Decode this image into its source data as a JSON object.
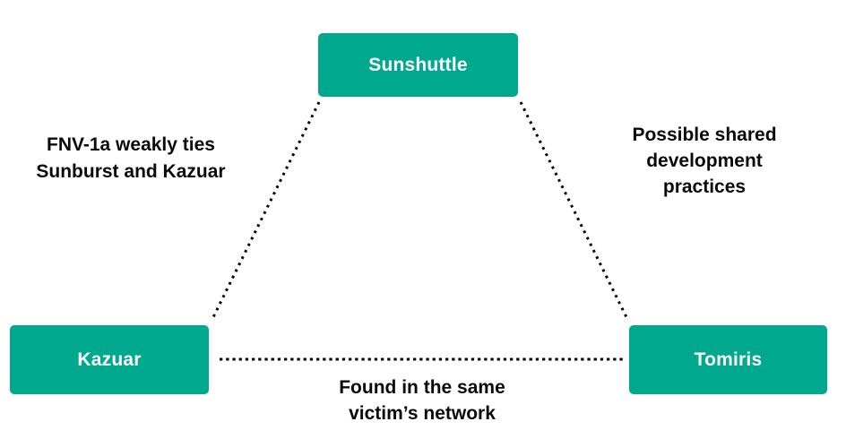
{
  "palette": {
    "background": "#ffffff",
    "node_fill": "#00a88e",
    "node_text": "#ffffff",
    "edge_color": "#000000",
    "label_color": "#0a0a0a"
  },
  "nodes": {
    "sunshuttle": {
      "label": "Sunshuttle"
    },
    "kazuar": {
      "label": "Kazuar"
    },
    "tomiris": {
      "label": "Tomiris"
    }
  },
  "edge_labels": {
    "left": "FNV-1a weakly ties\nSunburst and Kazuar",
    "right": "Possible shared\ndevelopment\npractices",
    "bottom": "Found in the same\nvictim’s network"
  },
  "edges": [
    {
      "from": "Sunshuttle",
      "to": "Kazuar",
      "style": "dotted",
      "label": "FNV-1a weakly ties Sunburst and Kazuar"
    },
    {
      "from": "Sunshuttle",
      "to": "Tomiris",
      "style": "dotted",
      "label": "Possible shared development practices"
    },
    {
      "from": "Kazuar",
      "to": "Tomiris",
      "style": "dotted",
      "label": "Found in the same victim’s network"
    }
  ]
}
